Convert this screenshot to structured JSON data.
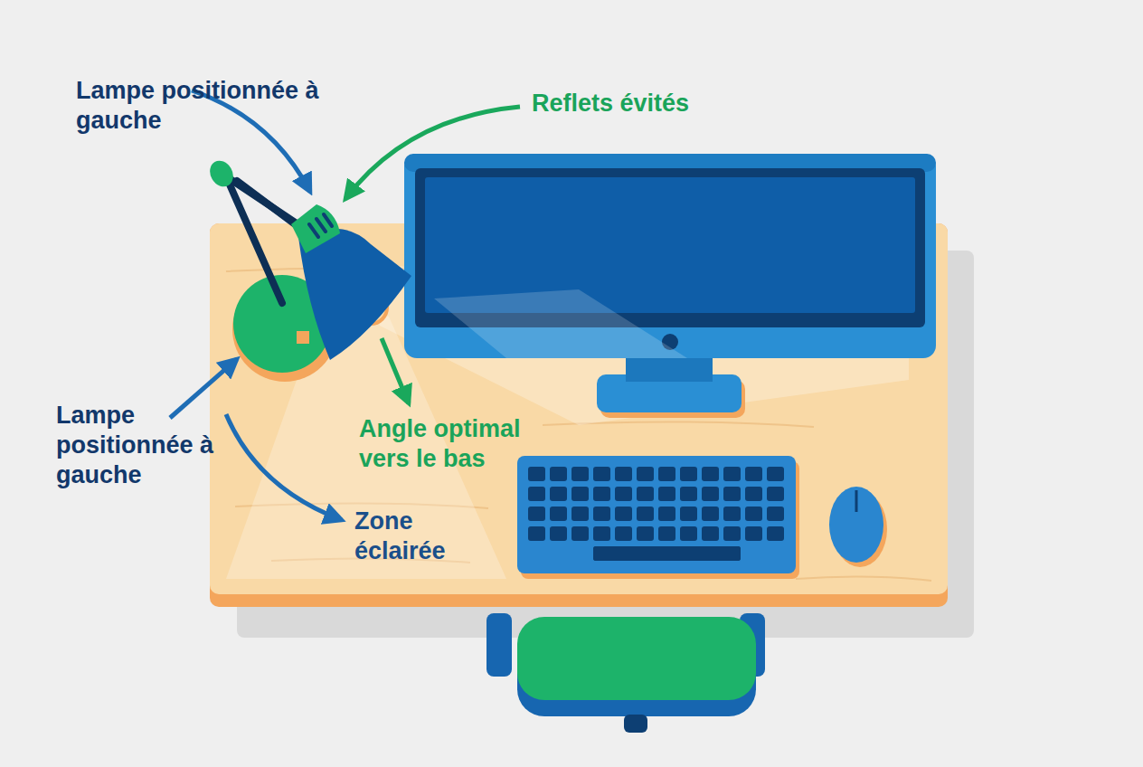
{
  "diagram": {
    "labels": [
      "Lampe positionnée à gauche",
      "Reflets évités",
      "Lampe positionnée à gauche",
      "Angle optimal vers le bas",
      "Zone éclairée"
    ]
  }
}
